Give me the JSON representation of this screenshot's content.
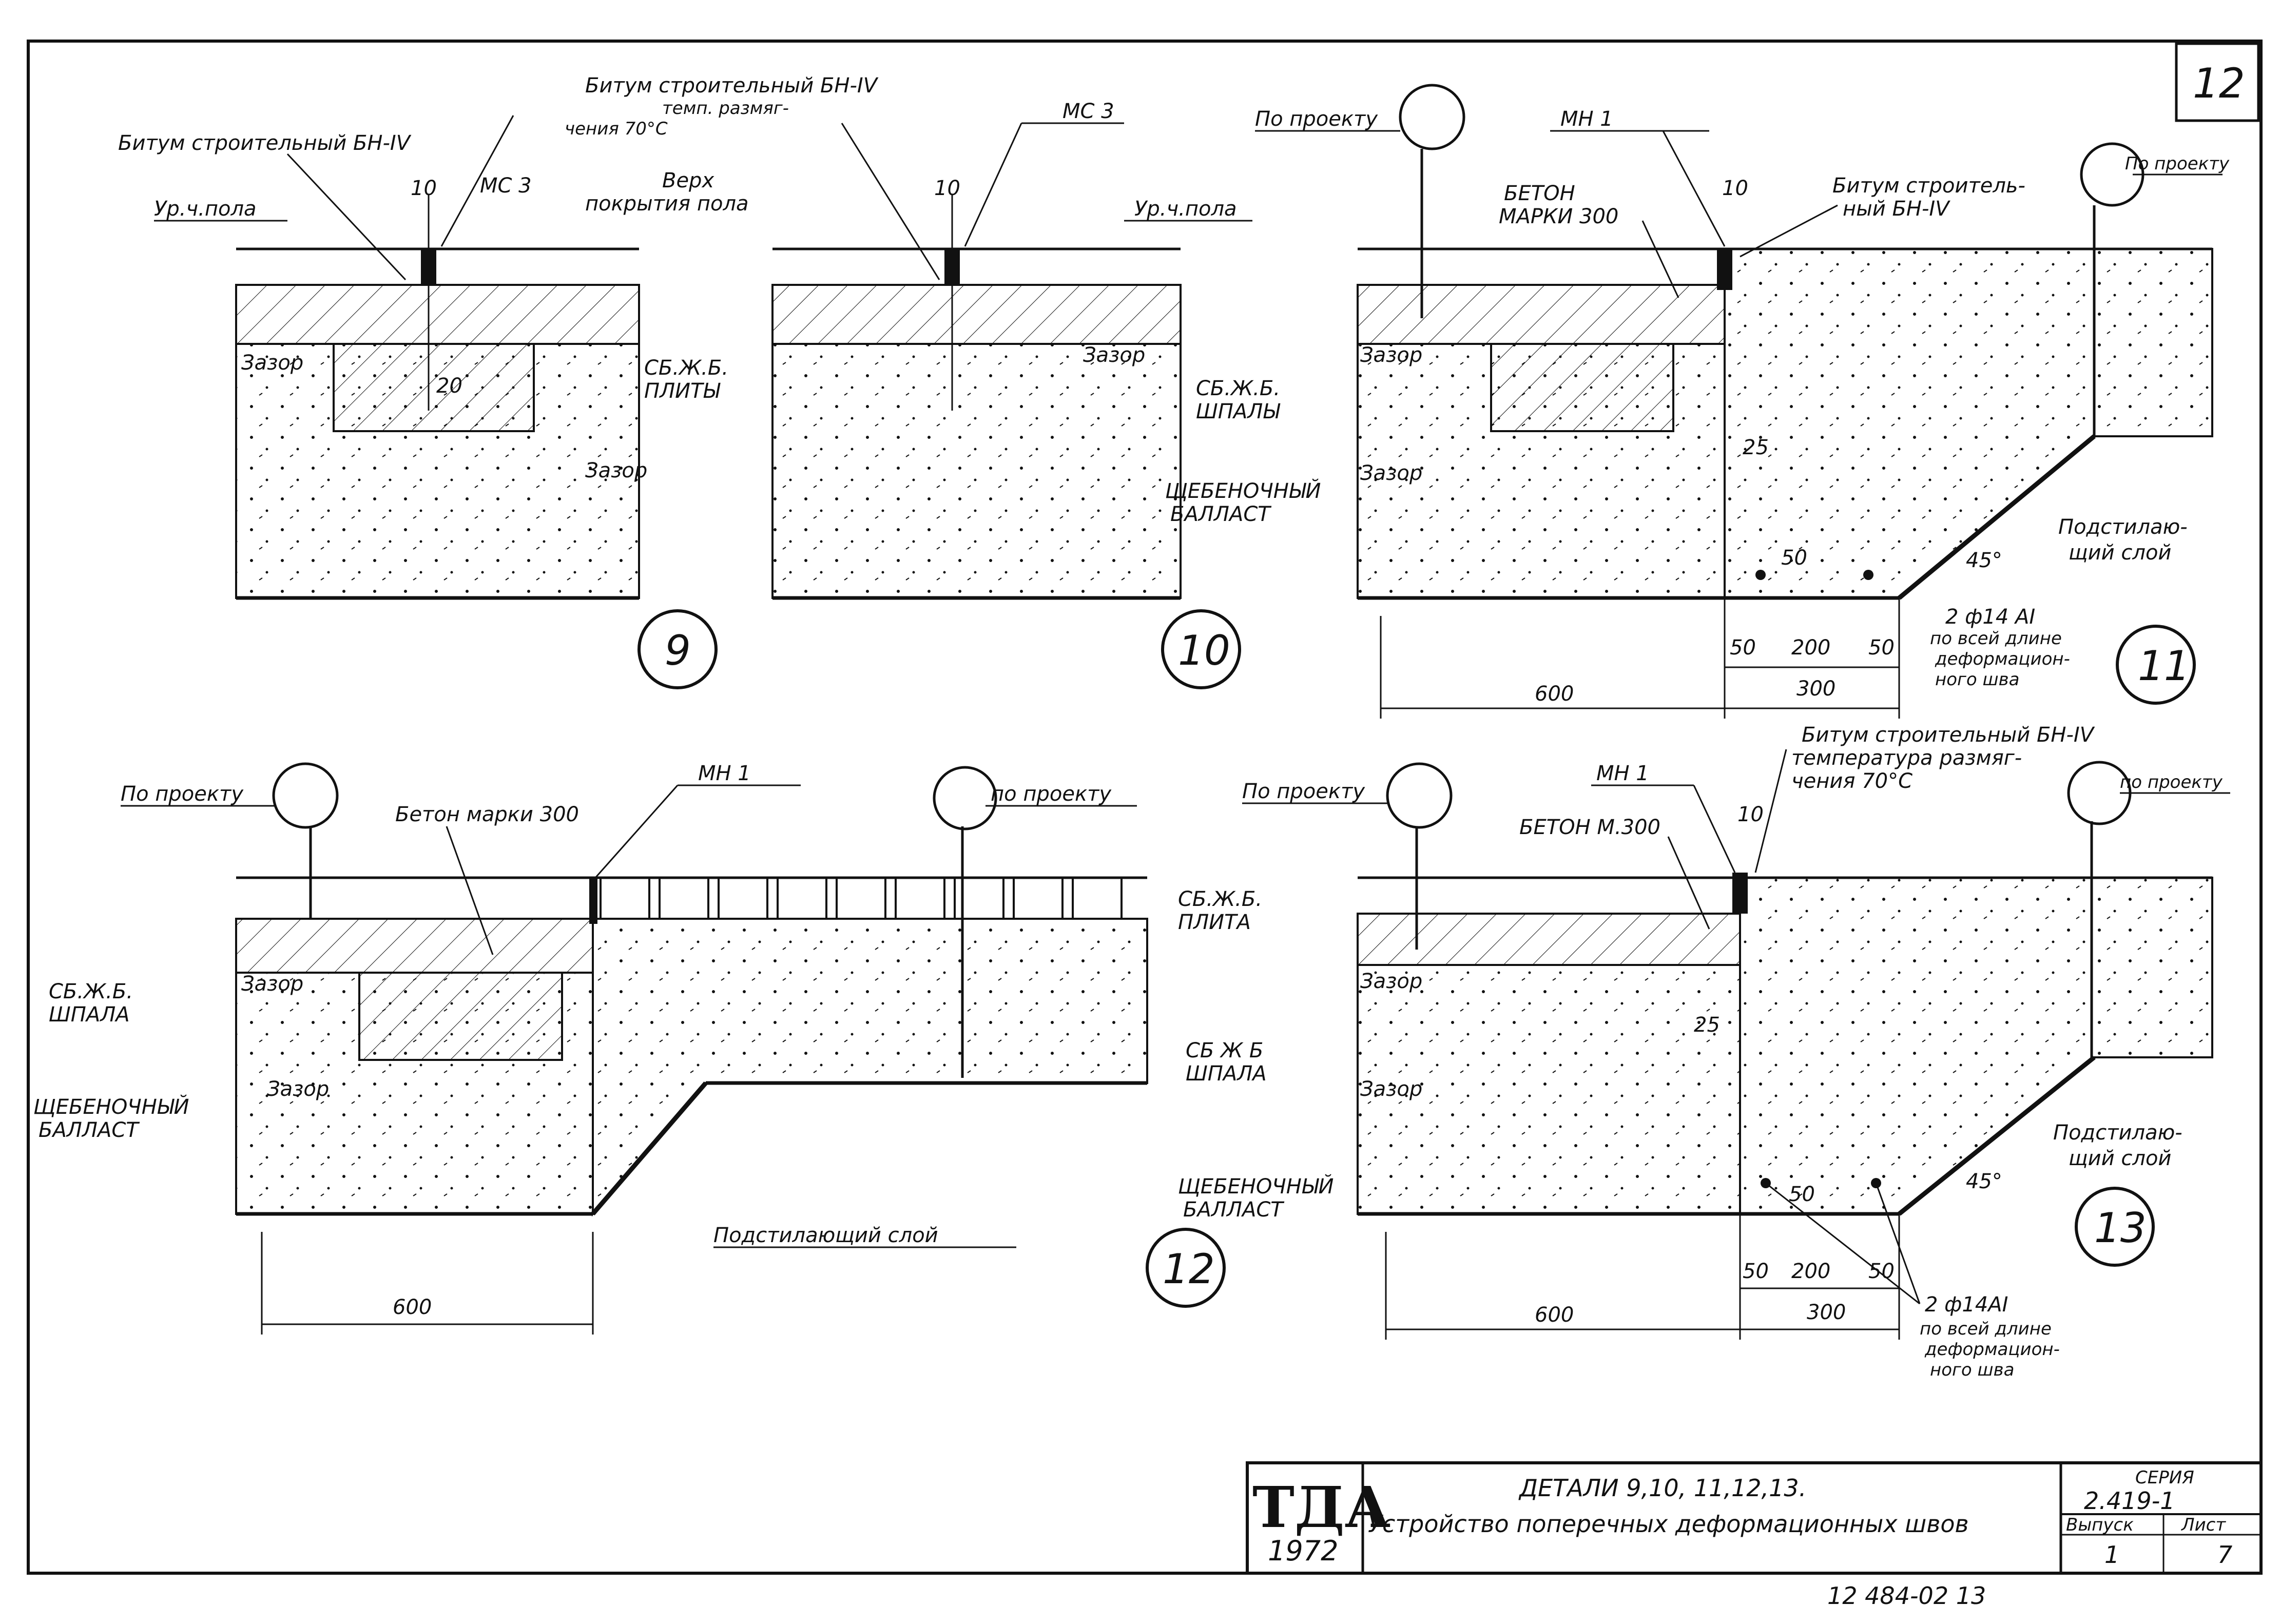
{
  "sheet": {
    "number": "12",
    "archive_code": "12 484-02   13"
  },
  "title_block": {
    "logo": "ТДА",
    "year": "1972",
    "title_line1": "ДЕТАЛИ 9,10, 11,12,13.",
    "title_line2": "Устройство поперечных деформационных швов",
    "series_label": "СЕРИЯ",
    "series_value": "2.419-1",
    "issue_label": "Выпуск",
    "issue_value": "1",
    "sheet_label": "Лист",
    "sheet_value": "7"
  },
  "detail9": {
    "number": "9",
    "bitumen": "Битум строительный БН-IV",
    "ms3": "МС 3",
    "verh": "Верх",
    "pokrytiya": "покрытия пола",
    "level": "Ур.ч.пола",
    "gap1": "Зазор",
    "gap2": "Зазор",
    "plates": "СБ.Ж.Б.",
    "plates2": "ПЛИТЫ",
    "dim10": "10",
    "dim20": "20"
  },
  "detail10": {
    "number": "10",
    "bitumen1": "Битум строительный БН-IV",
    "bitumen2": "темп. размяг-",
    "bitumen3": "чения 70°С",
    "ms3": "МС 3",
    "level": "Ур.ч.пола",
    "gap": "Зазор",
    "sleepers1": "СБ.Ж.Б.",
    "sleepers2": "ШПАЛЫ",
    "ballast1": "ЩЕБЕНОЧНЫЙ",
    "ballast2": "БАЛЛАСТ",
    "dim10": "10"
  },
  "detail11": {
    "number": "11",
    "project_left": "По проекту",
    "project_right": "По проекту",
    "mn1": "МН 1",
    "concrete1": "БЕТОН",
    "concrete2": "МАРКИ 300",
    "bitumen1": "Битум строитель-",
    "bitumen2": "ный БН-IV",
    "gap1": "Зазор",
    "gap2": "Зазор",
    "underlay1": "Подстилаю-",
    "underlay2": "щий слой",
    "angle": "45°",
    "rebar": "2 ф14 АI",
    "along1": "по всей длине",
    "along2": "деформацион-",
    "along3": "ного шва",
    "dim10": "10",
    "dim25": "25",
    "dim50a": "50",
    "dim50b": "50",
    "dim50c": "50",
    "dim200": "200",
    "dim300": "300",
    "dim600": "600"
  },
  "detail12": {
    "number": "12",
    "project_left": "По проекту",
    "project_right": "по проекту",
    "concrete": "Бетон марки 300",
    "mn1": "МН 1",
    "sleeper1": "СБ.Ж.Б.",
    "sleeper2": "ШПАЛА",
    "gap1": "Зазор",
    "gap2": "Зазор",
    "ballast1": "ЩЕБЕНОЧНЫЙ",
    "ballast2": "БАЛЛАСТ",
    "underlay": "Подстилающий слой",
    "dim600": "600"
  },
  "detail13": {
    "number": "13",
    "project_left": "По проекту",
    "project_right": "по проекту",
    "mn1": "МН 1",
    "bitumen1": "Битум строительный БН-IV",
    "bitumen2": "температура размяг-",
    "bitumen3": "чения 70°С",
    "concrete": "БЕТОН М.300",
    "plate1": "СБ.Ж.Б.",
    "plate2": "ПЛИТА",
    "sleeper1": "СБ Ж Б",
    "sleeper2": "ШПАЛА",
    "gap1": "Зазор",
    "gap2": "Зазор",
    "ballast1": "ЩЕБЕНОЧНЫЙ",
    "ballast2": "БАЛЛАСТ",
    "underlay1": "Подстилаю-",
    "underlay2": "щий слой",
    "angle": "45°",
    "rebar": "2 ф14АI",
    "along1": "по всей длине",
    "along2": "деформацион-",
    "along3": "ного шва",
    "dim10": "10",
    "dim25": "25",
    "dim50a": "50",
    "dim50b": "50",
    "dim50c": "50",
    "dim200": "200",
    "dim300": "300",
    "dim600": "600"
  },
  "colors": {
    "ink": "#111111",
    "paper": "#ffffff"
  }
}
